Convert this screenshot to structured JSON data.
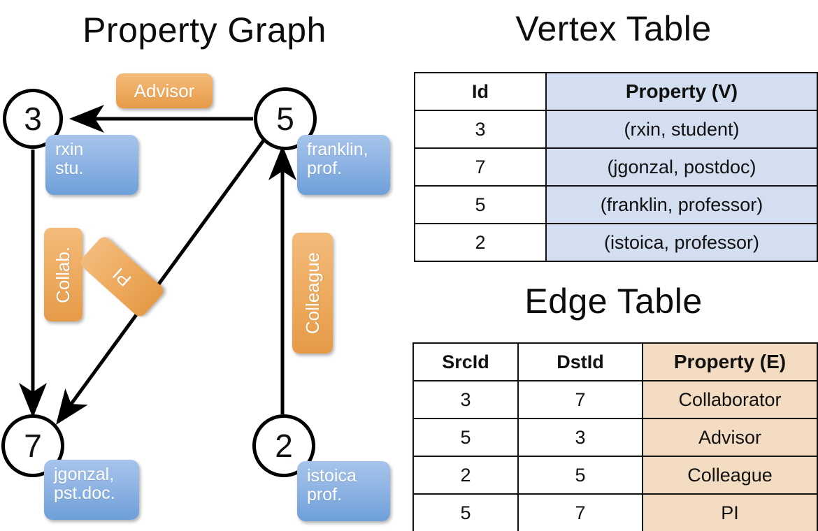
{
  "titles": {
    "property_graph": "Property Graph",
    "vertex_table": "Vertex Table",
    "edge_table": "Edge Table"
  },
  "graph": {
    "nodes": [
      {
        "id": "3",
        "label": "3",
        "prop_line1": "rxin",
        "prop_line2": "stu."
      },
      {
        "id": "5",
        "label": "5",
        "prop_line1": "franklin,",
        "prop_line2": "prof."
      },
      {
        "id": "7",
        "label": "7",
        "prop_line1": "jgonzal,",
        "prop_line2": "pst.doc."
      },
      {
        "id": "2",
        "label": "2",
        "prop_line1": "istoica",
        "prop_line2": "prof."
      }
    ],
    "edge_labels": {
      "advisor": "Advisor",
      "collab": "Collab.",
      "pi": "PI",
      "colleague": "Colleague"
    },
    "edges": [
      {
        "src": "5",
        "dst": "3",
        "label": "Advisor"
      },
      {
        "src": "3",
        "dst": "7",
        "label": "Collab."
      },
      {
        "src": "5",
        "dst": "7",
        "label": "PI"
      },
      {
        "src": "2",
        "dst": "5",
        "label": "Colleague"
      }
    ]
  },
  "vertex_table": {
    "headers": [
      "Id",
      "Property (V)"
    ],
    "rows": [
      {
        "id": "3",
        "property": "(rxin, student)"
      },
      {
        "id": "7",
        "property": "(jgonzal, postdoc)"
      },
      {
        "id": "5",
        "property": "(franklin, professor)"
      },
      {
        "id": "2",
        "property": "(istoica, professor)"
      }
    ]
  },
  "edge_table": {
    "headers": [
      "SrcId",
      "DstId",
      "Property (E)"
    ],
    "rows": [
      {
        "src": "3",
        "dst": "7",
        "property": "Collaborator"
      },
      {
        "src": "5",
        "dst": "3",
        "property": "Advisor"
      },
      {
        "src": "2",
        "dst": "5",
        "property": "Colleague"
      },
      {
        "src": "5",
        "dst": "7",
        "property": "PI"
      }
    ]
  },
  "colors": {
    "vertex_property_fill": "#d3dff0",
    "edge_property_fill": "#f4dcc2",
    "node_box_blue": "#8fb4e4",
    "edge_label_orange": "#eeab60",
    "stroke": "#111111"
  }
}
